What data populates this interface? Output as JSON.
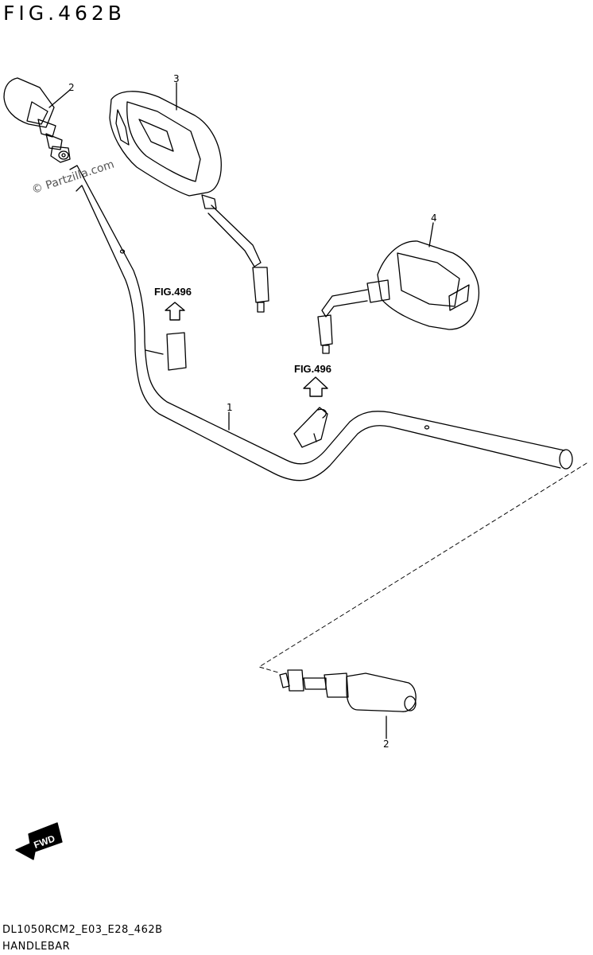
{
  "diagram": {
    "title": "FIG.462B",
    "watermark": "© Partzilla.com",
    "footer_code": "DL1050RCM2_E03_E28_462B",
    "footer_name": "HANDLEBAR",
    "fwd_label": "FWD",
    "callouts": [
      {
        "id": "1",
        "label": "1"
      },
      {
        "id": "2a",
        "label": "2"
      },
      {
        "id": "2b",
        "label": "2"
      },
      {
        "id": "3",
        "label": "3"
      },
      {
        "id": "4",
        "label": "4"
      }
    ],
    "figure_refs": [
      {
        "label": "FIG.496"
      },
      {
        "label": "FIG.496"
      }
    ],
    "parts": [
      {
        "number": "1",
        "part": "handlebar"
      },
      {
        "number": "2",
        "part": "bar-end-weight"
      },
      {
        "number": "3",
        "part": "mirror-right"
      },
      {
        "number": "4",
        "part": "mirror-left"
      }
    ]
  }
}
